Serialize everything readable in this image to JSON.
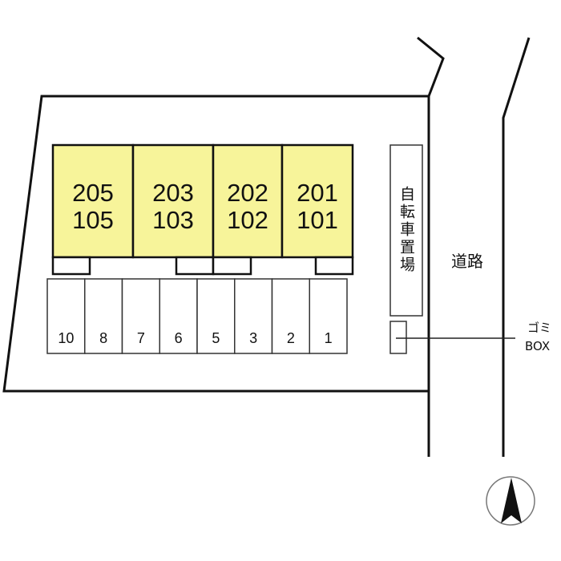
{
  "units": [
    {
      "upper": "205",
      "lower": "105"
    },
    {
      "upper": "203",
      "lower": "103"
    },
    {
      "upper": "202",
      "lower": "102"
    },
    {
      "upper": "201",
      "lower": "101"
    }
  ],
  "parking": [
    "10",
    "8",
    "7",
    "6",
    "5",
    "3",
    "2",
    "1"
  ],
  "bicycle_parking": "自転車置場",
  "road": "道路",
  "garbage": {
    "line1": "ゴミ",
    "line2": "BOX"
  },
  "colors": {
    "unit_fill": "#f7f49a"
  },
  "compass": "north-arrow"
}
